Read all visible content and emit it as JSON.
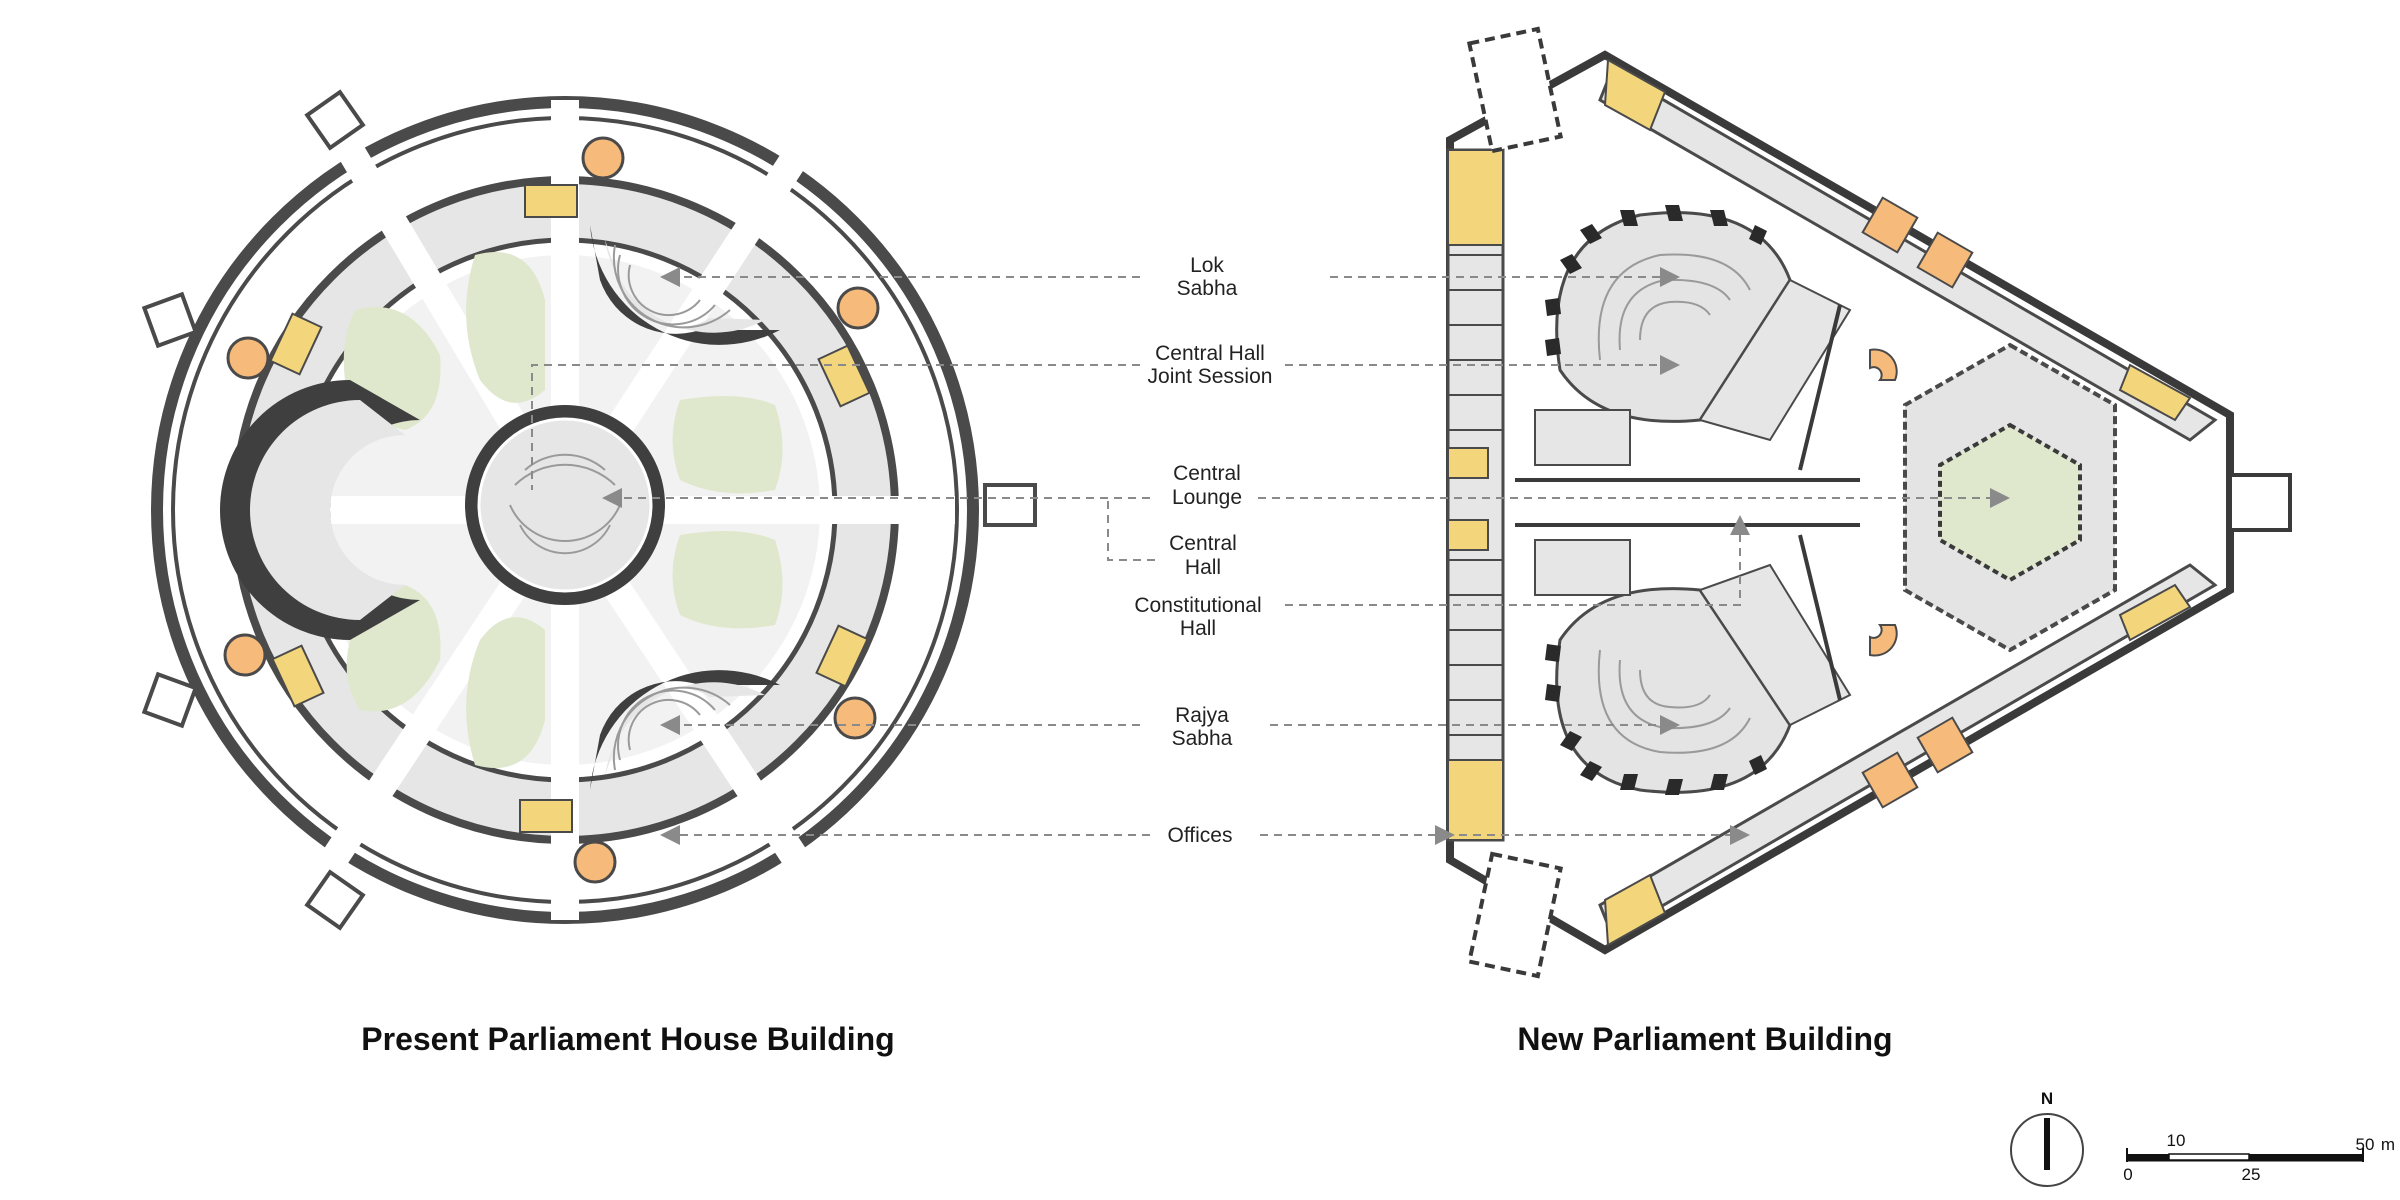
{
  "labels": {
    "lok_sabha": [
      "Lok",
      "Sabha"
    ],
    "central_hall_joint": [
      "Central Hall",
      "Joint Session"
    ],
    "central_lounge": [
      "Central",
      "Lounge"
    ],
    "central_hall": [
      "Central",
      "Hall"
    ],
    "constitutional_hall": [
      "Constitutional",
      "Hall"
    ],
    "rajya_sabha": [
      "Rajya",
      "Sabha"
    ],
    "offices": "Offices"
  },
  "titles": {
    "present": "Present Parliament House Building",
    "new": "New Parliament Building"
  },
  "compass": {
    "north": "N"
  },
  "scale_bar": {
    "t0": "0",
    "t10": "10",
    "t25": "25",
    "t50": "50",
    "unit": "m"
  },
  "colors": {
    "wall": "#4a4a4a",
    "room": "#e0e0e0",
    "courtyard": "#dfe8cd",
    "accent_yellow": "#f3d57c",
    "accent_orange": "#f6bb7b",
    "leader": "#8a8a8a"
  }
}
